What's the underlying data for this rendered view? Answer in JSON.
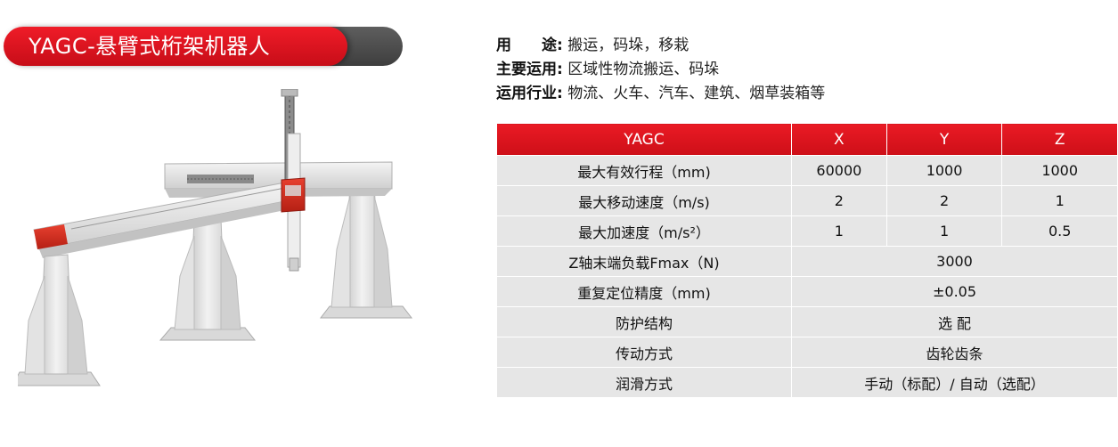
{
  "title": "YAGC-悬臂式桁架机器人",
  "info": [
    {
      "key": "用　　途:",
      "value": "搬运，码垛，移栽"
    },
    {
      "key": "主要运用:",
      "value": "区域性物流搬运、码垛"
    },
    {
      "key": "运用行业:",
      "value": "物流、火车、汽车、建筑、烟草装箱等"
    }
  ],
  "table": {
    "header": [
      "YAGC",
      "X",
      "Y",
      "Z"
    ],
    "rows3": [
      {
        "label": "最大有效行程（mm)",
        "x": "60000",
        "y": "1000",
        "z": "1000"
      },
      {
        "label": "最大移动速度（m/s)",
        "x": "2",
        "y": "2",
        "z": "1"
      },
      {
        "label": "最大加速度（m/s²）",
        "x": "1",
        "y": "1",
        "z": "0.5"
      }
    ],
    "rows1": [
      {
        "label": "Z轴末端负载Fmax（N)",
        "value": "3000"
      },
      {
        "label": "重复定位精度（mm)",
        "value": "±0.05"
      },
      {
        "label": "防护结构",
        "value": "选 配"
      },
      {
        "label": "传动方式",
        "value": "齿轮齿条"
      },
      {
        "label": "润滑方式",
        "value": "手动（标配）/ 自动（选配）"
      }
    ]
  },
  "colors": {
    "accent": "#e3141e",
    "banner_dark": "#4a4a4a",
    "row_bg": "#e6e6e6"
  }
}
